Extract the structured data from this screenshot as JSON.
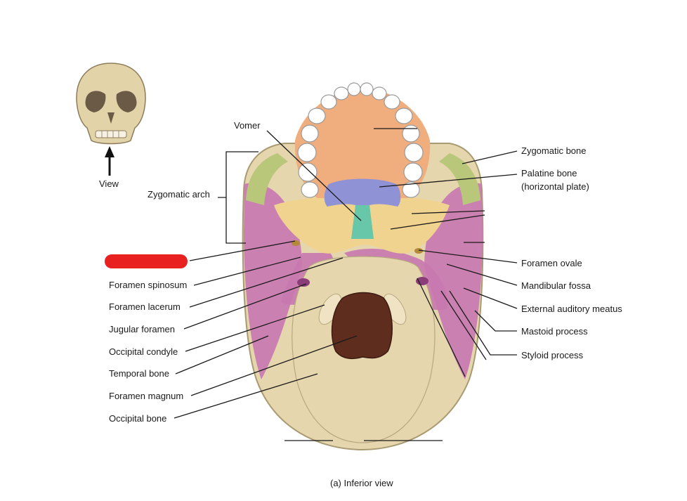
{
  "thumbnail": {
    "label": "View"
  },
  "labels": {
    "vomer": "Vomer",
    "zygomatic_arch": "Zygomatic arch",
    "zygomatic_bone": "Zygomatic bone",
    "palatine_bone_line1": "Palatine bone",
    "palatine_bone_line2": "(horizontal plate)",
    "foramen_spinosum": "Foramen spinosum",
    "foramen_lacerum": "Foramen lacerum",
    "jugular_foramen": "Jugular foramen",
    "occipital_condyle": "Occipital condyle",
    "temporal_bone": "Temporal bone",
    "foramen_magnum": "Foramen magnum",
    "occipital_bone": "Occipital bone",
    "foramen_ovale": "Foramen ovale",
    "mandibular_fossa": "Mandibular fossa",
    "external_auditory_meatus": "External auditory meatus",
    "mastoid_process": "Mastoid process",
    "styloid_process": "Styloid process"
  },
  "caption": "(a) Inferior view",
  "colors": {
    "bone_base": "#e6d6ae",
    "maxilla": "#f0ae7e",
    "zygomatic": "#b8c77a",
    "palatine": "#8f93d6",
    "vomer": "#67c7a8",
    "sphenoid": "#f0d38f",
    "temporal": "#c878b0",
    "foramen_magnum": "#5e2d1e",
    "redaction": "#e8201f"
  }
}
